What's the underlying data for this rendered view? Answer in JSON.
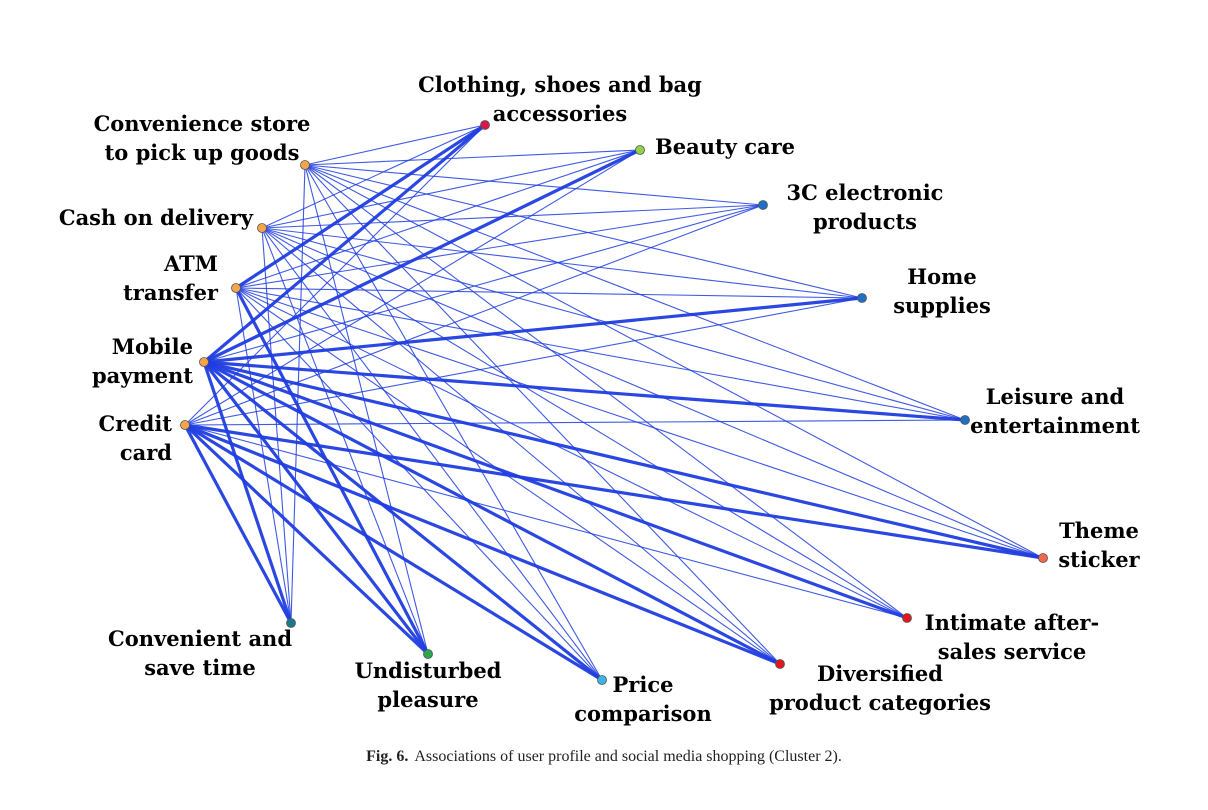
{
  "caption": {
    "label": "Fig. 6.",
    "text": "Associations of user profile and social media shopping (Cluster 2)."
  },
  "colors": {
    "edge": "#1f3de0",
    "profile_node": "#f4a54a",
    "clothing_node": "#d9184a",
    "beauty_node": "#8fd14a",
    "blue_node": "#1f6fc4",
    "theme_node": "#f06a4a",
    "red_node": "#e0181e",
    "green_node": "#2aa84a",
    "price_node": "#3ab6e6",
    "teal_node": "#1a7a8a"
  },
  "nodes": [
    {
      "id": "store",
      "lines": [
        "Convenience store",
        "to pick up goods"
      ],
      "group": "profile"
    },
    {
      "id": "cod",
      "lines": [
        "Cash on delivery"
      ],
      "group": "profile"
    },
    {
      "id": "atm",
      "lines": [
        "ATM",
        "transfer"
      ],
      "group": "profile"
    },
    {
      "id": "mobile",
      "lines": [
        "Mobile",
        "payment"
      ],
      "group": "profile"
    },
    {
      "id": "credit",
      "lines": [
        "Credit",
        "card"
      ],
      "group": "profile"
    },
    {
      "id": "clothing",
      "lines": [
        "Clothing, shoes and bag",
        "accessories"
      ],
      "group": "shopping"
    },
    {
      "id": "beauty",
      "lines": [
        "Beauty care"
      ],
      "group": "shopping"
    },
    {
      "id": "3c",
      "lines": [
        "3C electronic",
        "products"
      ],
      "group": "shopping"
    },
    {
      "id": "home",
      "lines": [
        "Home",
        "supplies"
      ],
      "group": "shopping"
    },
    {
      "id": "leisure",
      "lines": [
        "Leisure and",
        "entertainment"
      ],
      "group": "shopping"
    },
    {
      "id": "theme",
      "lines": [
        "Theme",
        "sticker"
      ],
      "group": "shopping"
    },
    {
      "id": "after",
      "lines": [
        "Intimate after-",
        "sales service"
      ],
      "group": "shopping"
    },
    {
      "id": "diversified",
      "lines": [
        "Diversified",
        "product categories"
      ],
      "group": "shopping"
    },
    {
      "id": "price",
      "lines": [
        "Price",
        "comparison"
      ],
      "group": "shopping"
    },
    {
      "id": "pleasure",
      "lines": [
        "Undisturbed",
        "pleasure"
      ],
      "group": "shopping"
    },
    {
      "id": "save",
      "lines": [
        "Convenient and",
        "save time"
      ],
      "group": "shopping"
    }
  ],
  "edges": [
    [
      "mobile",
      "clothing",
      3
    ],
    [
      "mobile",
      "beauty",
      3
    ],
    [
      "mobile",
      "3c",
      1
    ],
    [
      "mobile",
      "home",
      3
    ],
    [
      "mobile",
      "leisure",
      3
    ],
    [
      "mobile",
      "theme",
      3
    ],
    [
      "mobile",
      "after",
      3
    ],
    [
      "mobile",
      "diversified",
      3
    ],
    [
      "mobile",
      "price",
      3
    ],
    [
      "mobile",
      "pleasure",
      3
    ],
    [
      "mobile",
      "save",
      3
    ],
    [
      "credit",
      "clothing",
      1
    ],
    [
      "credit",
      "beauty",
      1
    ],
    [
      "credit",
      "3c",
      1
    ],
    [
      "credit",
      "home",
      1
    ],
    [
      "credit",
      "leisure",
      1
    ],
    [
      "credit",
      "theme",
      3
    ],
    [
      "credit",
      "after",
      1
    ],
    [
      "credit",
      "diversified",
      3
    ],
    [
      "credit",
      "price",
      3
    ],
    [
      "credit",
      "pleasure",
      3
    ],
    [
      "credit",
      "save",
      3
    ],
    [
      "store",
      "clothing",
      1
    ],
    [
      "store",
      "beauty",
      1
    ],
    [
      "store",
      "3c",
      1
    ],
    [
      "store",
      "home",
      1
    ],
    [
      "store",
      "leisure",
      1
    ],
    [
      "store",
      "theme",
      1
    ],
    [
      "store",
      "after",
      1
    ],
    [
      "store",
      "diversified",
      1
    ],
    [
      "store",
      "price",
      1
    ],
    [
      "store",
      "pleasure",
      1
    ],
    [
      "store",
      "save",
      1
    ],
    [
      "cod",
      "clothing",
      1
    ],
    [
      "cod",
      "beauty",
      1
    ],
    [
      "cod",
      "3c",
      1
    ],
    [
      "cod",
      "home",
      1
    ],
    [
      "cod",
      "leisure",
      1
    ],
    [
      "cod",
      "theme",
      1
    ],
    [
      "cod",
      "after",
      1
    ],
    [
      "cod",
      "diversified",
      1
    ],
    [
      "cod",
      "price",
      1
    ],
    [
      "cod",
      "pleasure",
      1
    ],
    [
      "cod",
      "save",
      1
    ],
    [
      "atm",
      "clothing",
      3
    ],
    [
      "atm",
      "beauty",
      1
    ],
    [
      "atm",
      "3c",
      1
    ],
    [
      "atm",
      "home",
      1
    ],
    [
      "atm",
      "leisure",
      1
    ],
    [
      "atm",
      "theme",
      1
    ],
    [
      "atm",
      "after",
      1
    ],
    [
      "atm",
      "diversified",
      1
    ],
    [
      "atm",
      "price",
      1
    ],
    [
      "atm",
      "pleasure",
      3
    ],
    [
      "atm",
      "save",
      1
    ]
  ]
}
